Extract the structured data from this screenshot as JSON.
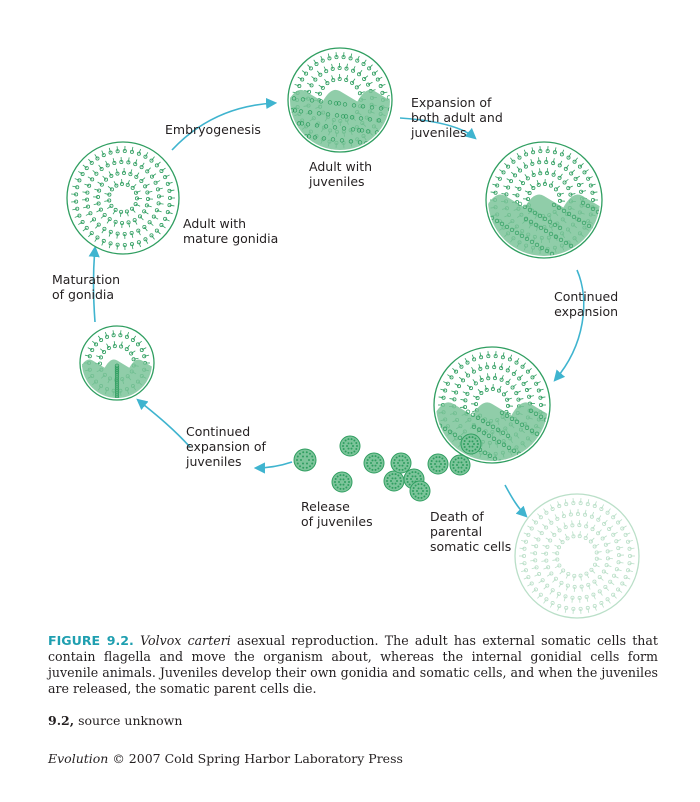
{
  "colors": {
    "cell": "#2f9e60",
    "cell_fill": "#7cc49a",
    "outline": "#5bb07f",
    "faded": "#a9d8bb",
    "arrow": "#3fb4cf",
    "caption_heading": "#1f9fb0",
    "text": "#231f20"
  },
  "stages": [
    {
      "name": "Embryogenesis"
    },
    {
      "name": "Adult with\njuveniles"
    },
    {
      "name": "Expansion of\nboth adult and\njuveniles"
    },
    {
      "name": "Adult with\nmature gonidia"
    },
    {
      "name": "Continued\nexpansion"
    },
    {
      "name": "Maturation\nof gonidia"
    },
    {
      "name": "Continued\nexpansion of\njuveniles"
    },
    {
      "name": "Release\nof juveniles"
    },
    {
      "name": "Death of\nparental\nsomatic cells"
    }
  ],
  "caption": {
    "figure_label": "FIGURE 9.2.",
    "species": "Volvox carteri",
    "text": " asexual reproduction. The adult has external somatic cells that contain flagella and move the organism about, whereas the internal gonidial cells form juvenile animals. Juveniles develop their own gonidia and somatic cells, and when the juveniles are released, the somatic parent cells die."
  },
  "source": {
    "label": "9.2,",
    "text": " source unknown"
  },
  "credit": {
    "title": "Evolution",
    "text": " © 2007 Cold Spring Harbor Laboratory Press"
  }
}
